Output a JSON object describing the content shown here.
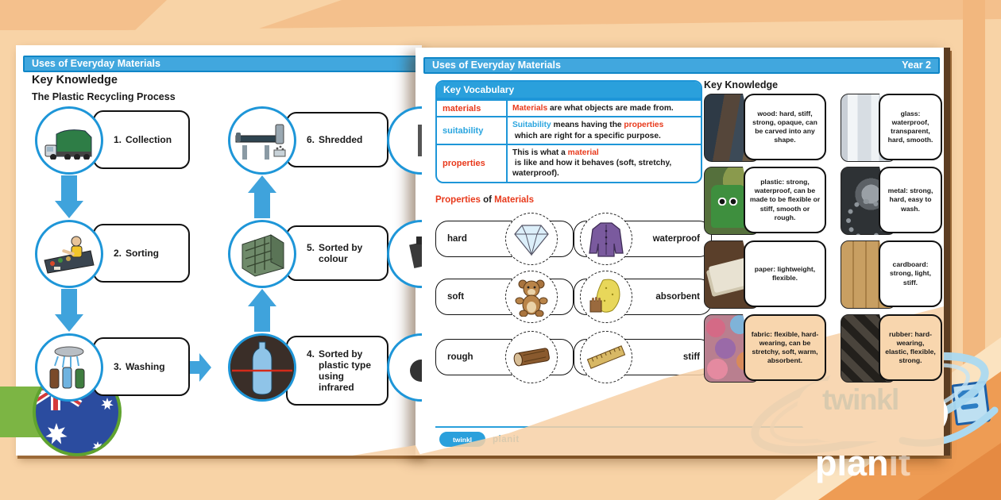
{
  "colors": {
    "background_peach": "#F8D3A6",
    "header_blue": "#41A7DE",
    "accent_red": "#E8391B",
    "accent_blue": "#2AA5DF",
    "arrow_blue": "#3FA3DC",
    "flag_ring_green": "#5FA32F",
    "logo_blue": "#29A0DB",
    "logo_pink": "#E23483"
  },
  "left_page": {
    "header": "Uses of Everyday Materials",
    "kk_title": "Key Knowledge",
    "subtitle": "The Plastic Recycling Process",
    "steps": [
      {
        "num": "1.",
        "label": "Collection",
        "icon": "garbage-truck"
      },
      {
        "num": "2.",
        "label": "Sorting",
        "icon": "sorting-conveyor"
      },
      {
        "num": "3.",
        "label": "Washing",
        "icon": "bottles-shower"
      },
      {
        "num": "4.",
        "label": "Sorted by plastic type using infrared",
        "icon": "bottle-infrared"
      },
      {
        "num": "5.",
        "label": "Sorted by colour",
        "icon": "plastic-bale"
      },
      {
        "num": "6.",
        "label": "Shredded",
        "icon": "shredder-machine"
      }
    ]
  },
  "right_page": {
    "header": "Uses of Everyday Materials",
    "year": "Year 2",
    "vocab": {
      "title": "Key Vocabulary",
      "rows": [
        {
          "term": "materials",
          "term_color": "#E8391B",
          "definition": [
            {
              "text": "Materials",
              "color": "#E8391B"
            },
            {
              "text": " are what objects are made from."
            }
          ]
        },
        {
          "term": "suitability",
          "term_color": "#2AA5DF",
          "definition": [
            {
              "text": "Suitability",
              "color": "#2AA5DF"
            },
            {
              "text": " means having the "
            },
            {
              "text": "properties",
              "color": "#E8391B"
            },
            {
              "text": " which are right for a specific purpose."
            }
          ]
        },
        {
          "term": "properties",
          "term_color": "#E8391B",
          "definition": [
            {
              "text": "This is what a "
            },
            {
              "text": "material",
              "color": "#E8391B"
            },
            {
              "text": " is like and how it behaves (soft, stretchy, waterproof)."
            }
          ]
        }
      ]
    },
    "properties": {
      "title": [
        {
          "text": "Properties",
          "color": "#E8391B"
        },
        {
          "text": " of "
        },
        {
          "text": "Materials",
          "color": "#E8391B"
        }
      ],
      "items": [
        {
          "label": "hard",
          "icon": "diamond"
        },
        {
          "label": "waterproof",
          "icon": "raincoat"
        },
        {
          "label": "soft",
          "icon": "teddy-bear"
        },
        {
          "label": "absorbent",
          "icon": "sponge"
        },
        {
          "label": "rough",
          "icon": "log"
        },
        {
          "label": "stiff",
          "icon": "ruler"
        }
      ]
    },
    "key_knowledge": {
      "title": "Key Knowledge",
      "cards": [
        {
          "name": "wood",
          "image": "wooden-barrels",
          "text": "wood: hard, stiff, strong, opaque, can be carved into any shape."
        },
        {
          "name": "glass",
          "image": "glass-of-water",
          "text": "glass: waterproof, transparent, hard, smooth."
        },
        {
          "name": "plastic",
          "image": "green-watering-can",
          "text": "plastic: strong, waterproof, can be made to be flexible or stiff, smooth or rough."
        },
        {
          "name": "metal",
          "image": "metal-gears",
          "text": "metal: strong, hard, easy to wash."
        },
        {
          "name": "paper",
          "image": "notebook-on-desk",
          "text": "paper: lightweight, flexible."
        },
        {
          "name": "cardboard",
          "image": "cardboard-texture",
          "text": "cardboard: strong, light, stiff."
        },
        {
          "name": "fabric",
          "image": "folded-towels",
          "text": "fabric: flexible, hard-wearing, can be stretchy, soft, warm, absorbent."
        },
        {
          "name": "rubber",
          "image": "rubber-weave",
          "text": "rubber: hard-wearing, elastic, flexible, strong."
        }
      ]
    },
    "footer": {
      "brand": "twinkl",
      "product": "planit"
    }
  },
  "branding": {
    "logo": "twinkl",
    "product_plan": "plan",
    "product_it": "it"
  }
}
